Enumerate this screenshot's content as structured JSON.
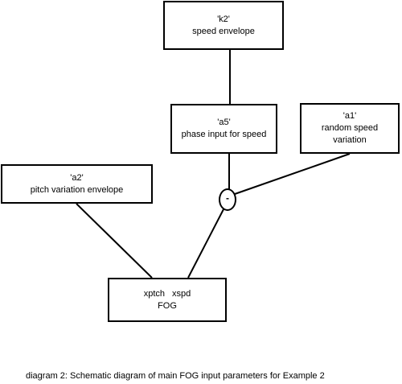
{
  "nodes": {
    "k2": {
      "id": "'k2'",
      "desc": "speed envelope"
    },
    "a5": {
      "id": "'a5'",
      "desc": "phase input for speed"
    },
    "a1": {
      "id": "'a1'",
      "desc_line1": "random speed",
      "desc_line2": "variation"
    },
    "a2": {
      "id": "'a2'",
      "desc": "pitch variation envelope"
    },
    "fog": {
      "params": "xptch xspd",
      "name": "FOG"
    }
  },
  "junction": {
    "symbol": "-"
  },
  "caption": "diagram 2: Schematic diagram of main FOG input parameters for Example 2",
  "edges": [
    {
      "from": "k2",
      "to": "a5"
    },
    {
      "from": "a5",
      "to": "junction"
    },
    {
      "from": "a1",
      "to": "junction"
    },
    {
      "from": "junction",
      "to": "fog"
    },
    {
      "from": "a2",
      "to": "fog"
    }
  ]
}
